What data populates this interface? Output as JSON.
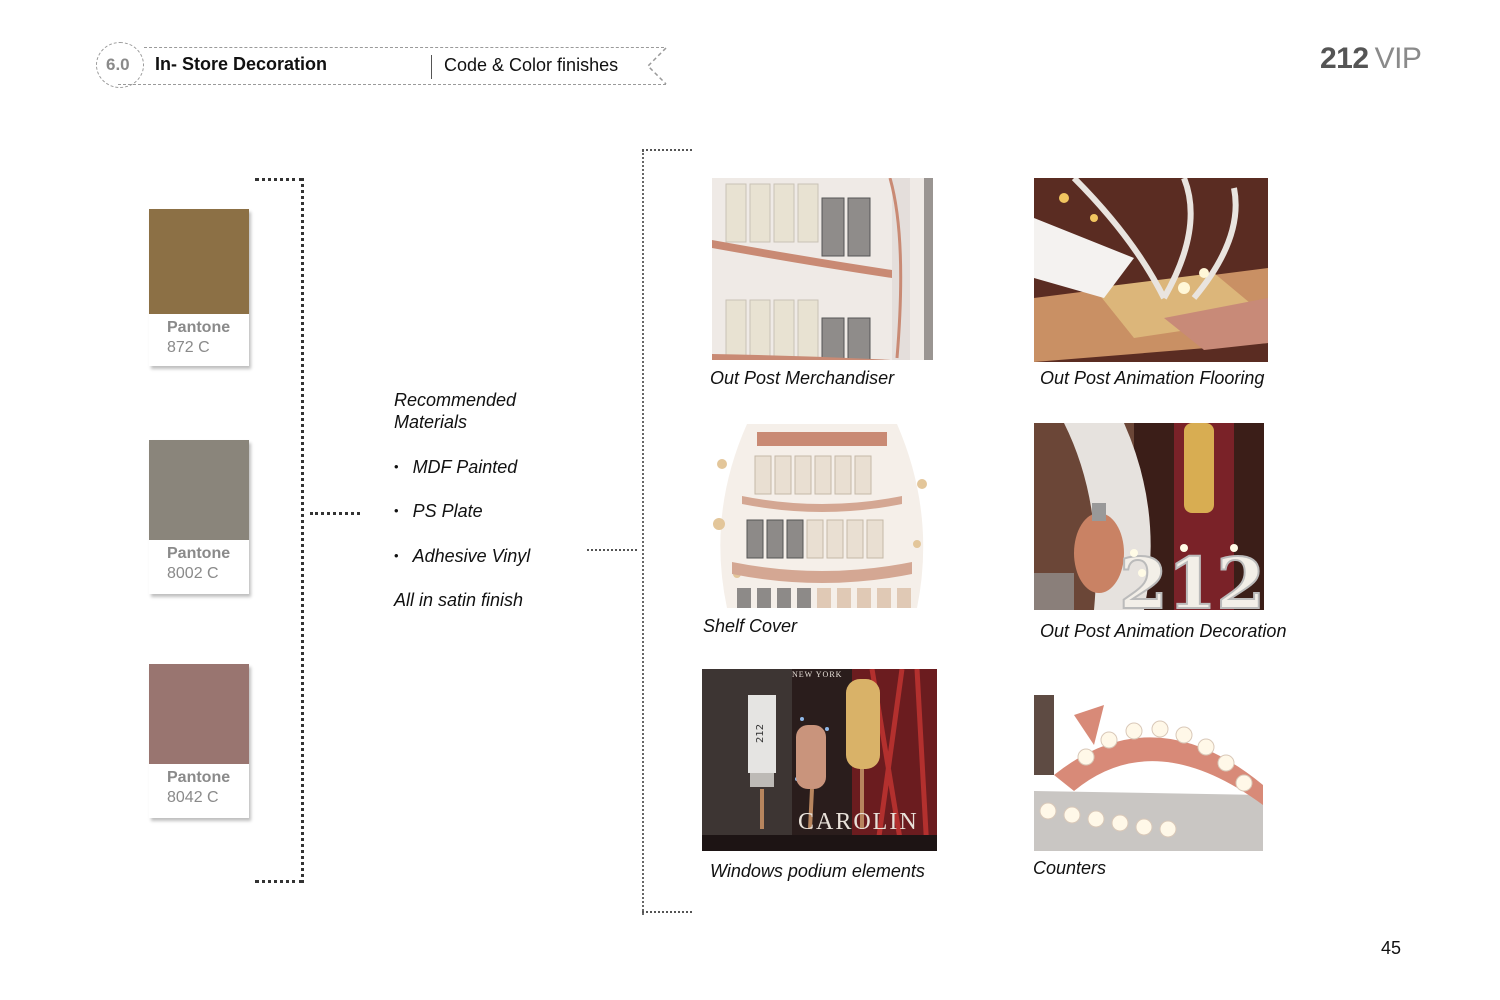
{
  "header": {
    "section_number": "6.0",
    "title": "In- Store Decoration",
    "subtitle": "Code & Color finishes"
  },
  "brand": {
    "number": "212",
    "suffix": "VIP"
  },
  "swatches": [
    {
      "name": "Pantone",
      "code": "872 C",
      "color": "#8c7045"
    },
    {
      "name": "Pantone",
      "code": "8002 C",
      "color": "#8a857b"
    },
    {
      "name": "Pantone",
      "code": "8042 C",
      "color": "#997570"
    }
  ],
  "materials": {
    "title": "Recommended Materials",
    "items": [
      "MDF Painted",
      "PS Plate",
      "Adhesive Vinyl"
    ],
    "footer": "All in satin finish"
  },
  "elements": [
    {
      "caption": "Out Post Merchandiser",
      "image_icon": "merchandiser-shelf-icon"
    },
    {
      "caption": "Out Post Animation Flooring",
      "image_icon": "animation-flooring-icon"
    },
    {
      "caption": "Shelf Cover",
      "image_icon": "shelf-cover-icon"
    },
    {
      "caption": "Out Post Animation Decoration",
      "image_icon": "animation-decoration-icon"
    },
    {
      "caption": "Windows podium elements",
      "image_icon": "window-podium-icon"
    },
    {
      "caption": "Counters",
      "image_icon": "counter-lights-icon"
    }
  ],
  "image_text": {
    "bottle_label": "212",
    "carolina_sign": "CAROLIN",
    "new_york": "NEW YORK"
  },
  "page_number": "45"
}
